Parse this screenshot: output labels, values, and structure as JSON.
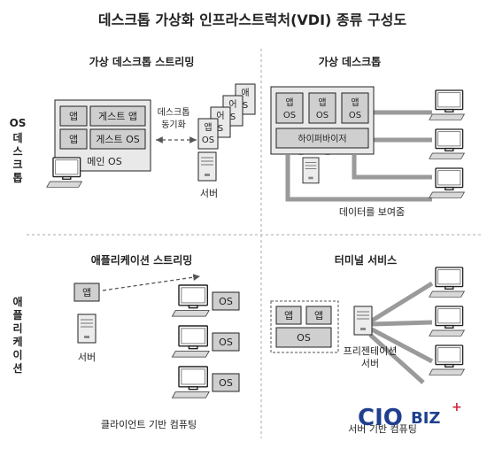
{
  "title": "데스크톱 가상화 인프라스트럭처(VDI) 종류 구성도",
  "row_labels": {
    "os_desktop": [
      "OS",
      "데",
      "스",
      "크",
      "톱"
    ],
    "application": [
      "애",
      "플",
      "리",
      "케",
      "이",
      "션"
    ]
  },
  "q1": {
    "title": "가상 데스크톱 스트리밍",
    "app": "앱",
    "guest_app": "게스트 앱",
    "guest_os": "게스트 OS",
    "main_os": "메인 OS",
    "sync_label": [
      "데스크톱",
      "동기화"
    ],
    "server": "서버",
    "stream_cards": [
      [
        "앱",
        "OS"
      ],
      [
        "어",
        "S"
      ],
      [
        "어",
        "S"
      ],
      [
        "애",
        "S"
      ]
    ]
  },
  "q2": {
    "title": "가상 데스크톱",
    "vm_app": "앱",
    "vm_os": "OS",
    "hypervisor": "하이퍼바이저",
    "caption": "데이터를 보여줌"
  },
  "q3": {
    "title": "애플리케이션 스트리밍",
    "app": "앱",
    "os": "OS",
    "server": "서버",
    "caption": "클라이언트 기반 컴퓨팅"
  },
  "q4": {
    "title": "터미널 서비스",
    "app": "앱",
    "os": "OS",
    "presentation_server": [
      "프리젠테이션",
      "서버"
    ],
    "caption": "서버 기반 컴퓨팅"
  },
  "logo": {
    "main": "CIO",
    "sub": "BIZ",
    "plus": "+"
  },
  "colors": {
    "ink": "#222222",
    "panel": "#cfcfcf",
    "wire": "#9a9a9a",
    "logo_blue": "#1f3f8f",
    "logo_red": "#d0283c"
  }
}
